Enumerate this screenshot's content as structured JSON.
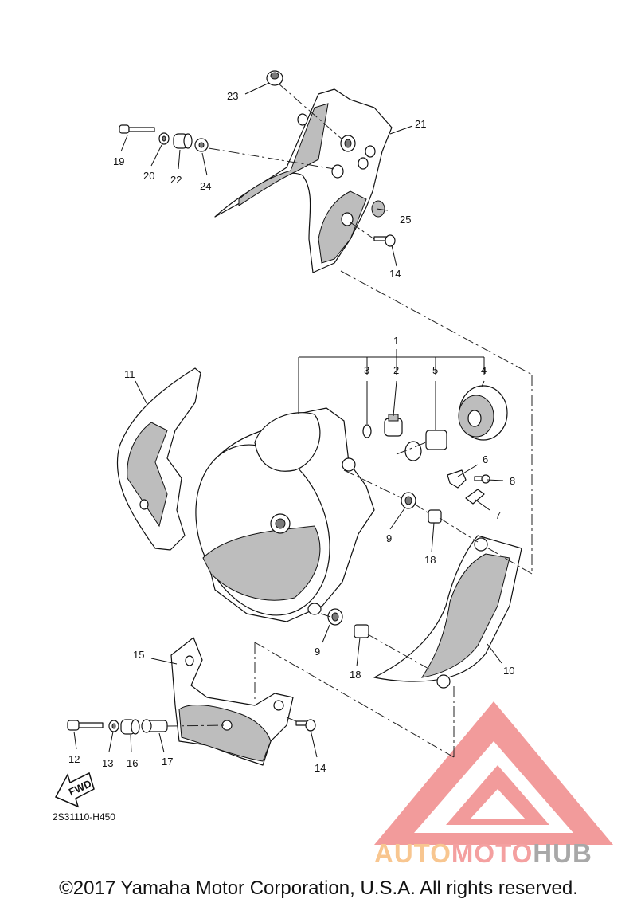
{
  "diagram": {
    "callouts": [
      "1",
      "2",
      "3",
      "4",
      "5",
      "6",
      "7",
      "8",
      "9",
      "9",
      "10",
      "11",
      "12",
      "13",
      "14",
      "14",
      "15",
      "16",
      "17",
      "18",
      "18",
      "19",
      "20",
      "21",
      "22",
      "23",
      "24",
      "25"
    ],
    "fwd_label": "FWD",
    "code": "2S31110-H450",
    "copyright": "©2017 Yamaha Motor Corporation, U.S.A. All rights reserved."
  },
  "watermark": {
    "text_parts": [
      "AUTO",
      "MOTO",
      "HUB"
    ],
    "colors": {
      "triangle": "#f08a8a",
      "auto": "#f8c690",
      "moto": "#f4a0a0",
      "hub": "#a8a8a8"
    }
  }
}
